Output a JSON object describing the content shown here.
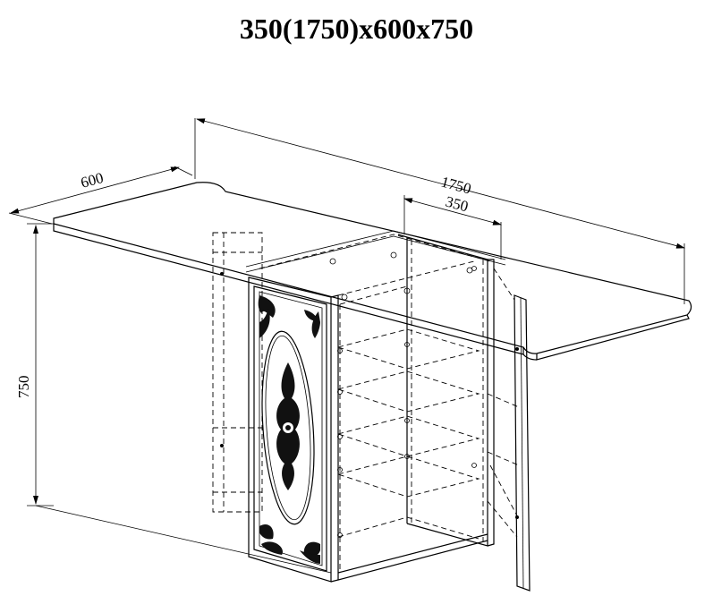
{
  "title": "350(1750)x600x750",
  "dimensions": {
    "width_total": "1750",
    "width_closed": "350",
    "depth": "600",
    "height": "750"
  }
}
